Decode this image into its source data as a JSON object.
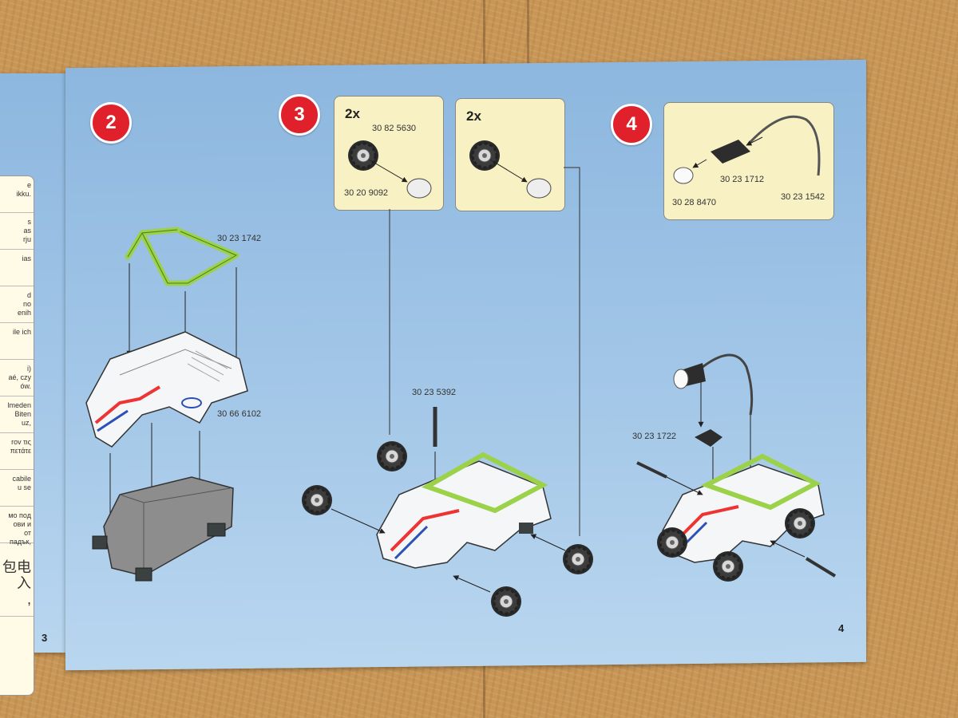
{
  "left_page": {
    "text_fragments": [
      "e\nikku.",
      "s\nas\nrju",
      "ias",
      "d\nno\nenih",
      "ile ich",
      "i)\naé, czy\nów.",
      "lmeden\nBiten\nuz,",
      "rov τις\nπετάτε",
      "cabile\nu se",
      "мо под\nови и\nот\nпадък,",
      "包电\n入\n,"
    ],
    "page_number": "3"
  },
  "right_page": {
    "page_number": "4",
    "steps": [
      {
        "number": "2",
        "parts": [
          {
            "id": "30 23 1742",
            "icon": "green-roll-bar"
          },
          {
            "id": "30 66 6102",
            "icon": "white-chassis-top"
          }
        ]
      },
      {
        "number": "3",
        "boxes": [
          {
            "qty": "2x",
            "parts": [
              "30 82 5630",
              "30 20 9092"
            ],
            "icon": "wheel-with-hub"
          },
          {
            "qty": "2x",
            "icon": "wheel-with-hub"
          }
        ],
        "parts": [
          {
            "id": "30 23 5392",
            "icon": "antenna-rod"
          }
        ]
      },
      {
        "number": "4",
        "box_parts": [
          "30 23 1712",
          "30 28 8470",
          "30 23 1542"
        ],
        "parts": [
          {
            "id": "30 23 1722",
            "icon": "lamp-clip"
          }
        ]
      }
    ]
  },
  "colors": {
    "page_blue": "#9fc4e6",
    "step_red": "#e0212b",
    "box_yellow": "#f7f1c3",
    "roll_bar_green": "#9bd24a",
    "desk_wood": "#c89656"
  }
}
